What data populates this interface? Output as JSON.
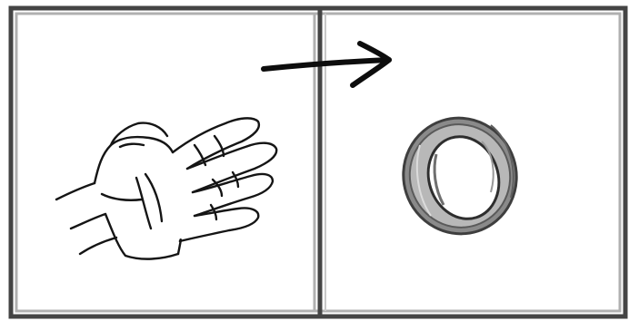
{
  "diagram": {
    "panels": [
      {
        "id": "left",
        "depicts": "hand-icon"
      },
      {
        "id": "right",
        "depicts": "ring-icon"
      }
    ],
    "connector": {
      "direction": "right",
      "icon": "arrow-right-icon"
    },
    "colors": {
      "background": "#ffffff",
      "frame_outer": "#444444",
      "frame_inner": "#aaaaaa",
      "ink": "#111111",
      "ring_shade": "#7a7a7a"
    }
  }
}
